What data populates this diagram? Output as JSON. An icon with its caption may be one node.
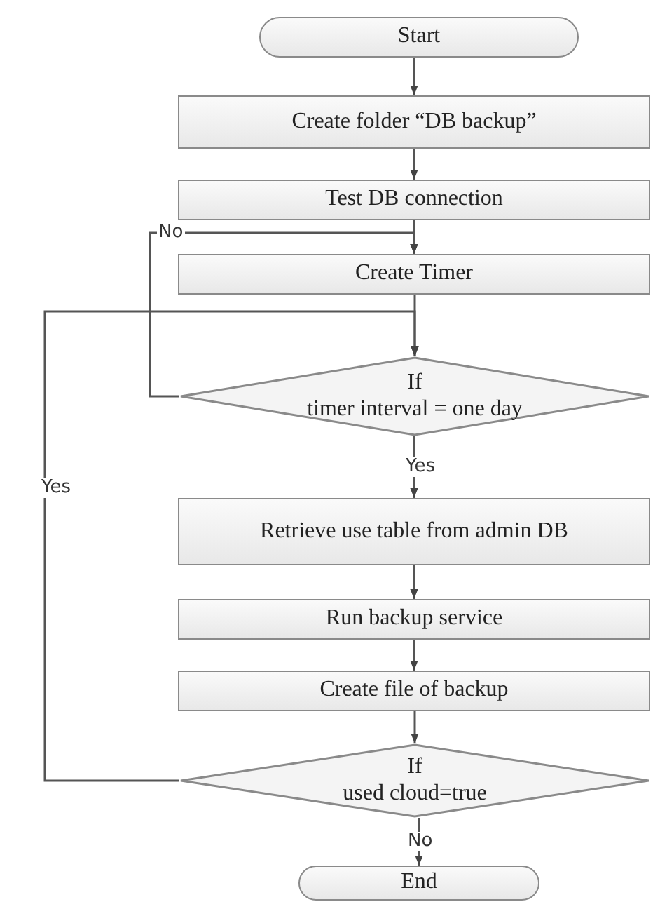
{
  "diagram": {
    "nodes": [
      {
        "text": [
          "Start"
        ]
      },
      {
        "text": [
          "Create folder “DB backup”"
        ]
      },
      {
        "text": [
          "Test DB connection"
        ]
      },
      {
        "text": [
          "Create Timer"
        ]
      },
      {
        "text": [
          "If",
          "timer interval = one day"
        ]
      },
      {
        "text": [
          "Retrieve use table from admin DB"
        ]
      },
      {
        "text": [
          "Run backup service"
        ]
      },
      {
        "text": [
          "Create file of backup"
        ]
      },
      {
        "text": [
          "If",
          "used cloud=true"
        ]
      },
      {
        "text": [
          "End"
        ]
      }
    ],
    "edges": [
      {
        "from": 0,
        "to": 1,
        "arrow": "to"
      },
      {
        "from": 1,
        "to": 2,
        "arrow": "to"
      },
      {
        "from": 2,
        "to": 3,
        "arrow": "to"
      },
      {
        "from": 3,
        "to": 4,
        "arrow": "to"
      },
      {
        "from": 4,
        "to": 5,
        "arrow": "to",
        "label": "Yes"
      },
      {
        "from": 4,
        "to": 3,
        "arrow": "to",
        "label": "No"
      },
      {
        "from": 5,
        "to": 6,
        "arrow": "to"
      },
      {
        "from": 6,
        "to": 7,
        "arrow": "to"
      },
      {
        "from": 7,
        "to": 8,
        "arrow": "to"
      },
      {
        "from": 8,
        "to": 4,
        "arrow": "to",
        "label": "Yes"
      },
      {
        "from": 8,
        "to": 9,
        "arrow": "to",
        "label": "No"
      }
    ]
  }
}
